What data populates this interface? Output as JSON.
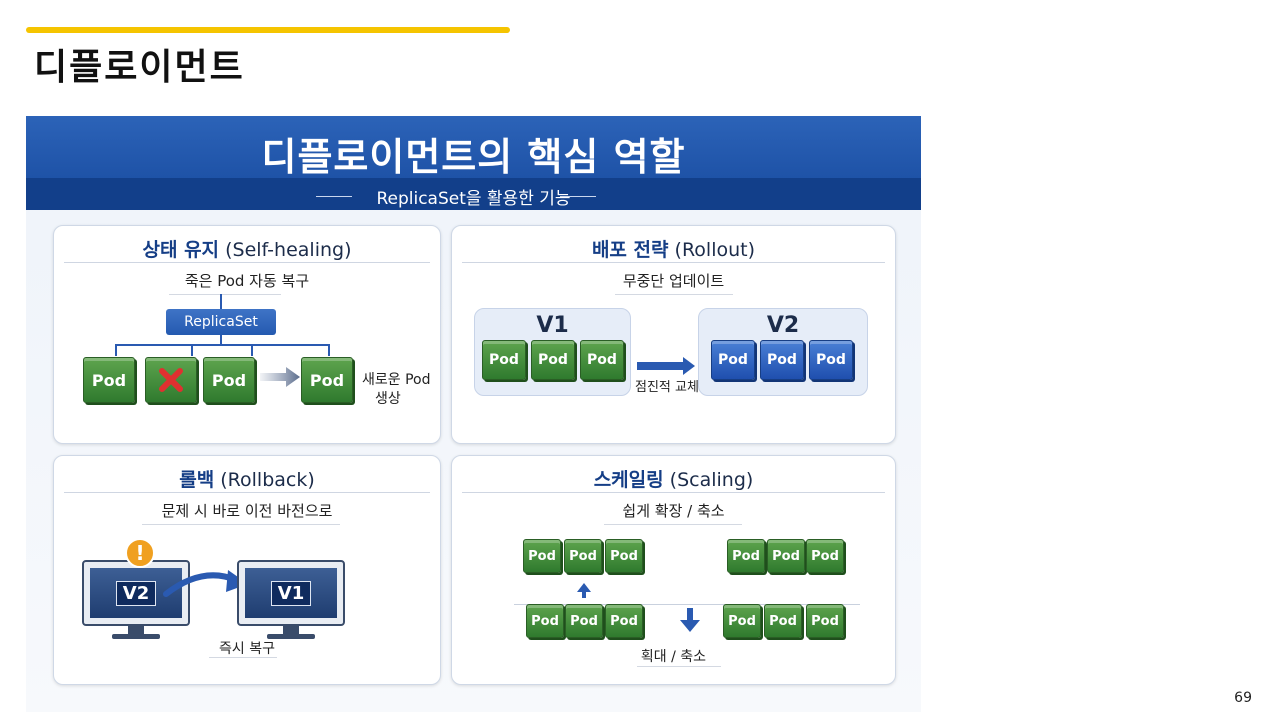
{
  "slide": {
    "title": "디플로이먼트",
    "page_number": "69"
  },
  "banner": {
    "title": "디플로이먼트의 핵심 역할",
    "subtitle": "ReplicaSet을 활용한 기능"
  },
  "self_healing": {
    "title": "상태 유지",
    "title_en": "(Self-healing)",
    "subtitle": "죽은 Pod 자동 복구",
    "replicaset_label": "ReplicaSet",
    "pod_label": "Pod",
    "new_pod_line1": "새로운 Pod",
    "new_pod_line2": "생상"
  },
  "rollout": {
    "title": "배포 전략",
    "title_en": "(Rollout)",
    "subtitle": "무중단 업데이트",
    "v1_label": "V1",
    "v2_label": "V2",
    "pod_label": "Pod",
    "caption": "점진적 교체"
  },
  "rollback": {
    "title": "롤백",
    "title_en": "(Rollback)",
    "subtitle": "문제 시 바로 이전 바전으로",
    "from_version": "V2",
    "to_version": "V1",
    "warning_mark": "!",
    "caption": "즉시 복구"
  },
  "scaling": {
    "title": "스케일링",
    "title_en": "(Scaling)",
    "subtitle": "쉽게 확장 / 축소",
    "pod_label": "Pod",
    "caption": "획대 / 축소"
  },
  "colors": {
    "accent_yellow": "#f5c400",
    "banner_blue": "#1f56ad",
    "pod_green": "#3f8a35",
    "pod_blue": "#2a5fbe",
    "warning_orange": "#f0a020",
    "error_red": "#e03030"
  }
}
